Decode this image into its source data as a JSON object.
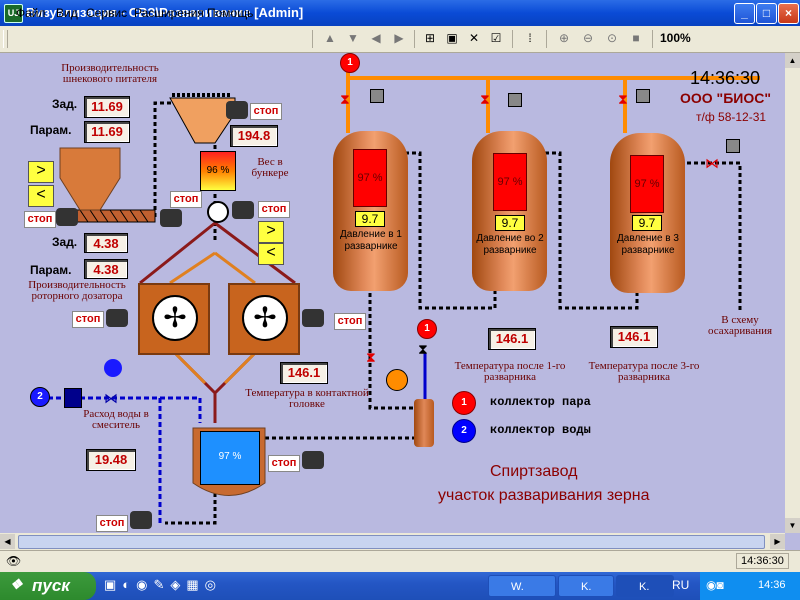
{
  "window": {
    "title": "Визуализация - СВЗ\\Разваривание [Admin]",
    "icon_text": "UJ"
  },
  "menu": [
    "Файл",
    "Вид",
    "Сервис",
    "Расширения",
    "Помощь"
  ],
  "toolbar": {
    "zoom": "100%"
  },
  "header": {
    "time": "14:36:30",
    "company": "ООО \"БИОС\"",
    "phone": "т/ф 58-12-31"
  },
  "screw_feeder": {
    "title": "Производительность шнекового питателя",
    "set_label": "Зад.",
    "set_value": "11.69",
    "param_label": "Парам.",
    "param_value": "11.69"
  },
  "rotary_feeder": {
    "title": "Производительность роторного дозатора",
    "set_label": "Зад.",
    "set_value": "4.38",
    "param_label": "Парам.",
    "param_value": "4.38"
  },
  "bunker": {
    "weight_value": "194.8",
    "level": "96 %",
    "label": "Вес в бункере"
  },
  "stop_label": "стоп",
  "arrows": {
    "up": ">",
    "down": "<"
  },
  "water": {
    "label": "Расход воды в смеситель",
    "value": "19.48"
  },
  "contact_head": {
    "value": "146.1",
    "label": "Температура в контактной головке"
  },
  "mixer": {
    "level": "97 %"
  },
  "boilers": [
    {
      "level": "97 %",
      "value": "9.7",
      "label": "Давление в 1 разварнике"
    },
    {
      "level": "97 %",
      "value": "9.7",
      "label": "Давление во 2 разварнике"
    },
    {
      "level": "97 %",
      "value": "9.7",
      "label": "Давление в 3 разварнике"
    }
  ],
  "temp_after_1": {
    "value": "146.1",
    "label": "Температура после 1-го разварника"
  },
  "temp_after_3": {
    "value": "146.1",
    "label": "Температура после 3-го разварника"
  },
  "saccharification": "В схему осахаривания",
  "legend": [
    {
      "num": "1",
      "label": "коллектор пара",
      "color": "#ff0000"
    },
    {
      "num": "2",
      "label": "коллектор воды",
      "color": "#0000ff"
    }
  ],
  "footer": {
    "line1": "Спиртзавод",
    "line2": "участок разваривания зерна"
  },
  "status": {
    "time": "14:36:30"
  },
  "taskbar": {
    "start": "пуск",
    "tasks": [
      "W.",
      "K.",
      "K."
    ],
    "lang": "RU",
    "clock": "14:36"
  }
}
